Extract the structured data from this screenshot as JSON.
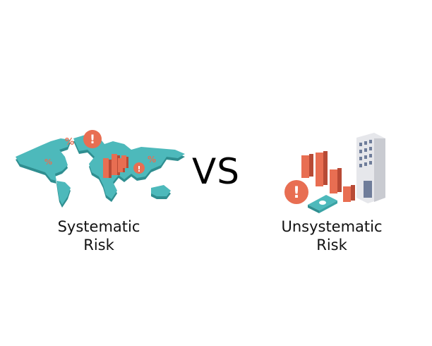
{
  "left": {
    "title_line1": "Systematic",
    "title_line2": "Risk",
    "icons": [
      "world-map",
      "percent-sign",
      "alert-circle",
      "bar-chart"
    ]
  },
  "center": {
    "vs_label": "VS"
  },
  "right": {
    "title_line1": "Unsystematic",
    "title_line2": "Risk",
    "icons": [
      "bar-chart",
      "office-building",
      "alert-circle",
      "money-bill"
    ]
  },
  "colors": {
    "map": "#4db9bb",
    "map_shadow": "#2f8e90",
    "accent": "#e86e52",
    "accent_dark": "#b84a35",
    "building": "#e6e7eb",
    "window": "#6f7d9a"
  },
  "symbols": {
    "percent": "%",
    "alert": "!"
  }
}
